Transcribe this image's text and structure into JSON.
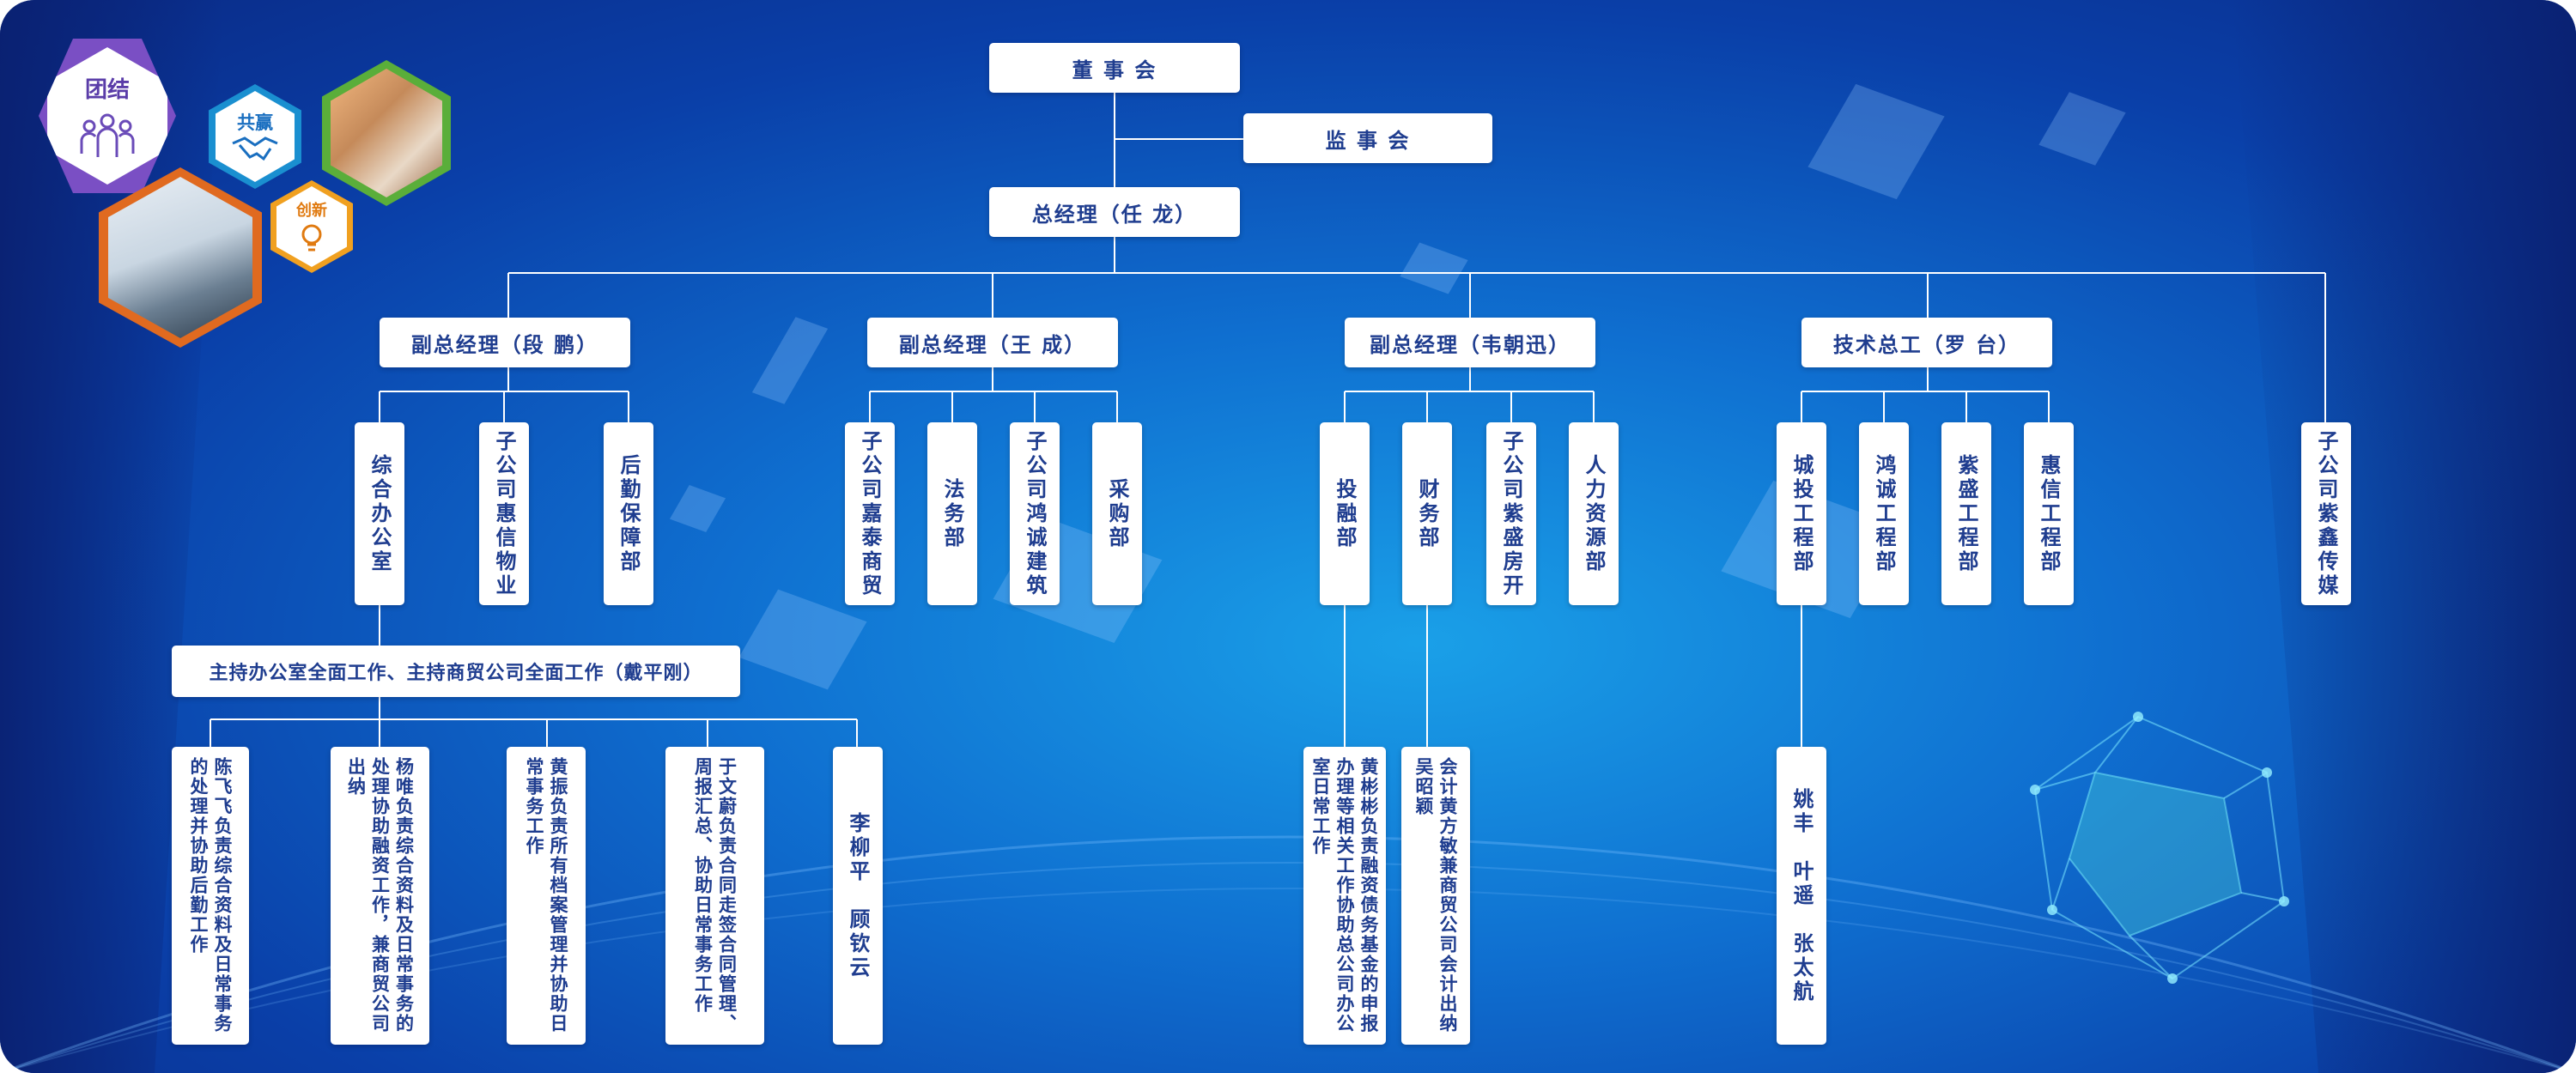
{
  "badges": {
    "unity": "团结",
    "win_win": "共赢",
    "innovation": "创新"
  },
  "board": "董 事 会",
  "supervisors": "监 事 会",
  "gm": "总经理（任 龙）",
  "vp1": {
    "title": "副总经理（段 鹏）",
    "depts": [
      "综合办公室",
      "子公司惠信物业",
      "后勤保障部"
    ]
  },
  "vp2": {
    "title": "副总经理（王 成）",
    "depts": [
      "子公司嘉泰商贸",
      "法务部",
      "子公司鸿诚建筑",
      "采购部"
    ]
  },
  "vp3": {
    "title": "副总经理（韦朝迅）",
    "depts": [
      "投融部",
      "财务部",
      "子公司紫盛房开",
      "人力资源部"
    ]
  },
  "vp4": {
    "title": "技术总工（罗 台）",
    "depts": [
      "城投工程部",
      "鸿诚工程部",
      "紫盛工程部",
      "惠信工程部"
    ]
  },
  "media": "子公司紫鑫传媒",
  "office_head": "主持办公室全面工作、主持商贸公司全面工作（戴平刚）",
  "staff": {
    "office": [
      "陈飞飞负责综合资料及日常事务的处理并协助后勤工作",
      "杨唯负责综合资料及日常事务的处理协助融资工作，兼商贸公司出纳",
      "黄振负责所有档案管理并协助日常事务工作",
      "于文蔚负责合同走签合同管理、周报汇总、协助日常事务工作",
      "李柳平　顾钦云"
    ],
    "finance_invest": "黄彬彬负责融资债务基金的申报办理等相关工作协助总公司办公室日常工作",
    "finance": "会计黄方敏兼商贸公司会计出纳吴昭颖",
    "engineering": "姚丰　叶遥　张太航"
  }
}
